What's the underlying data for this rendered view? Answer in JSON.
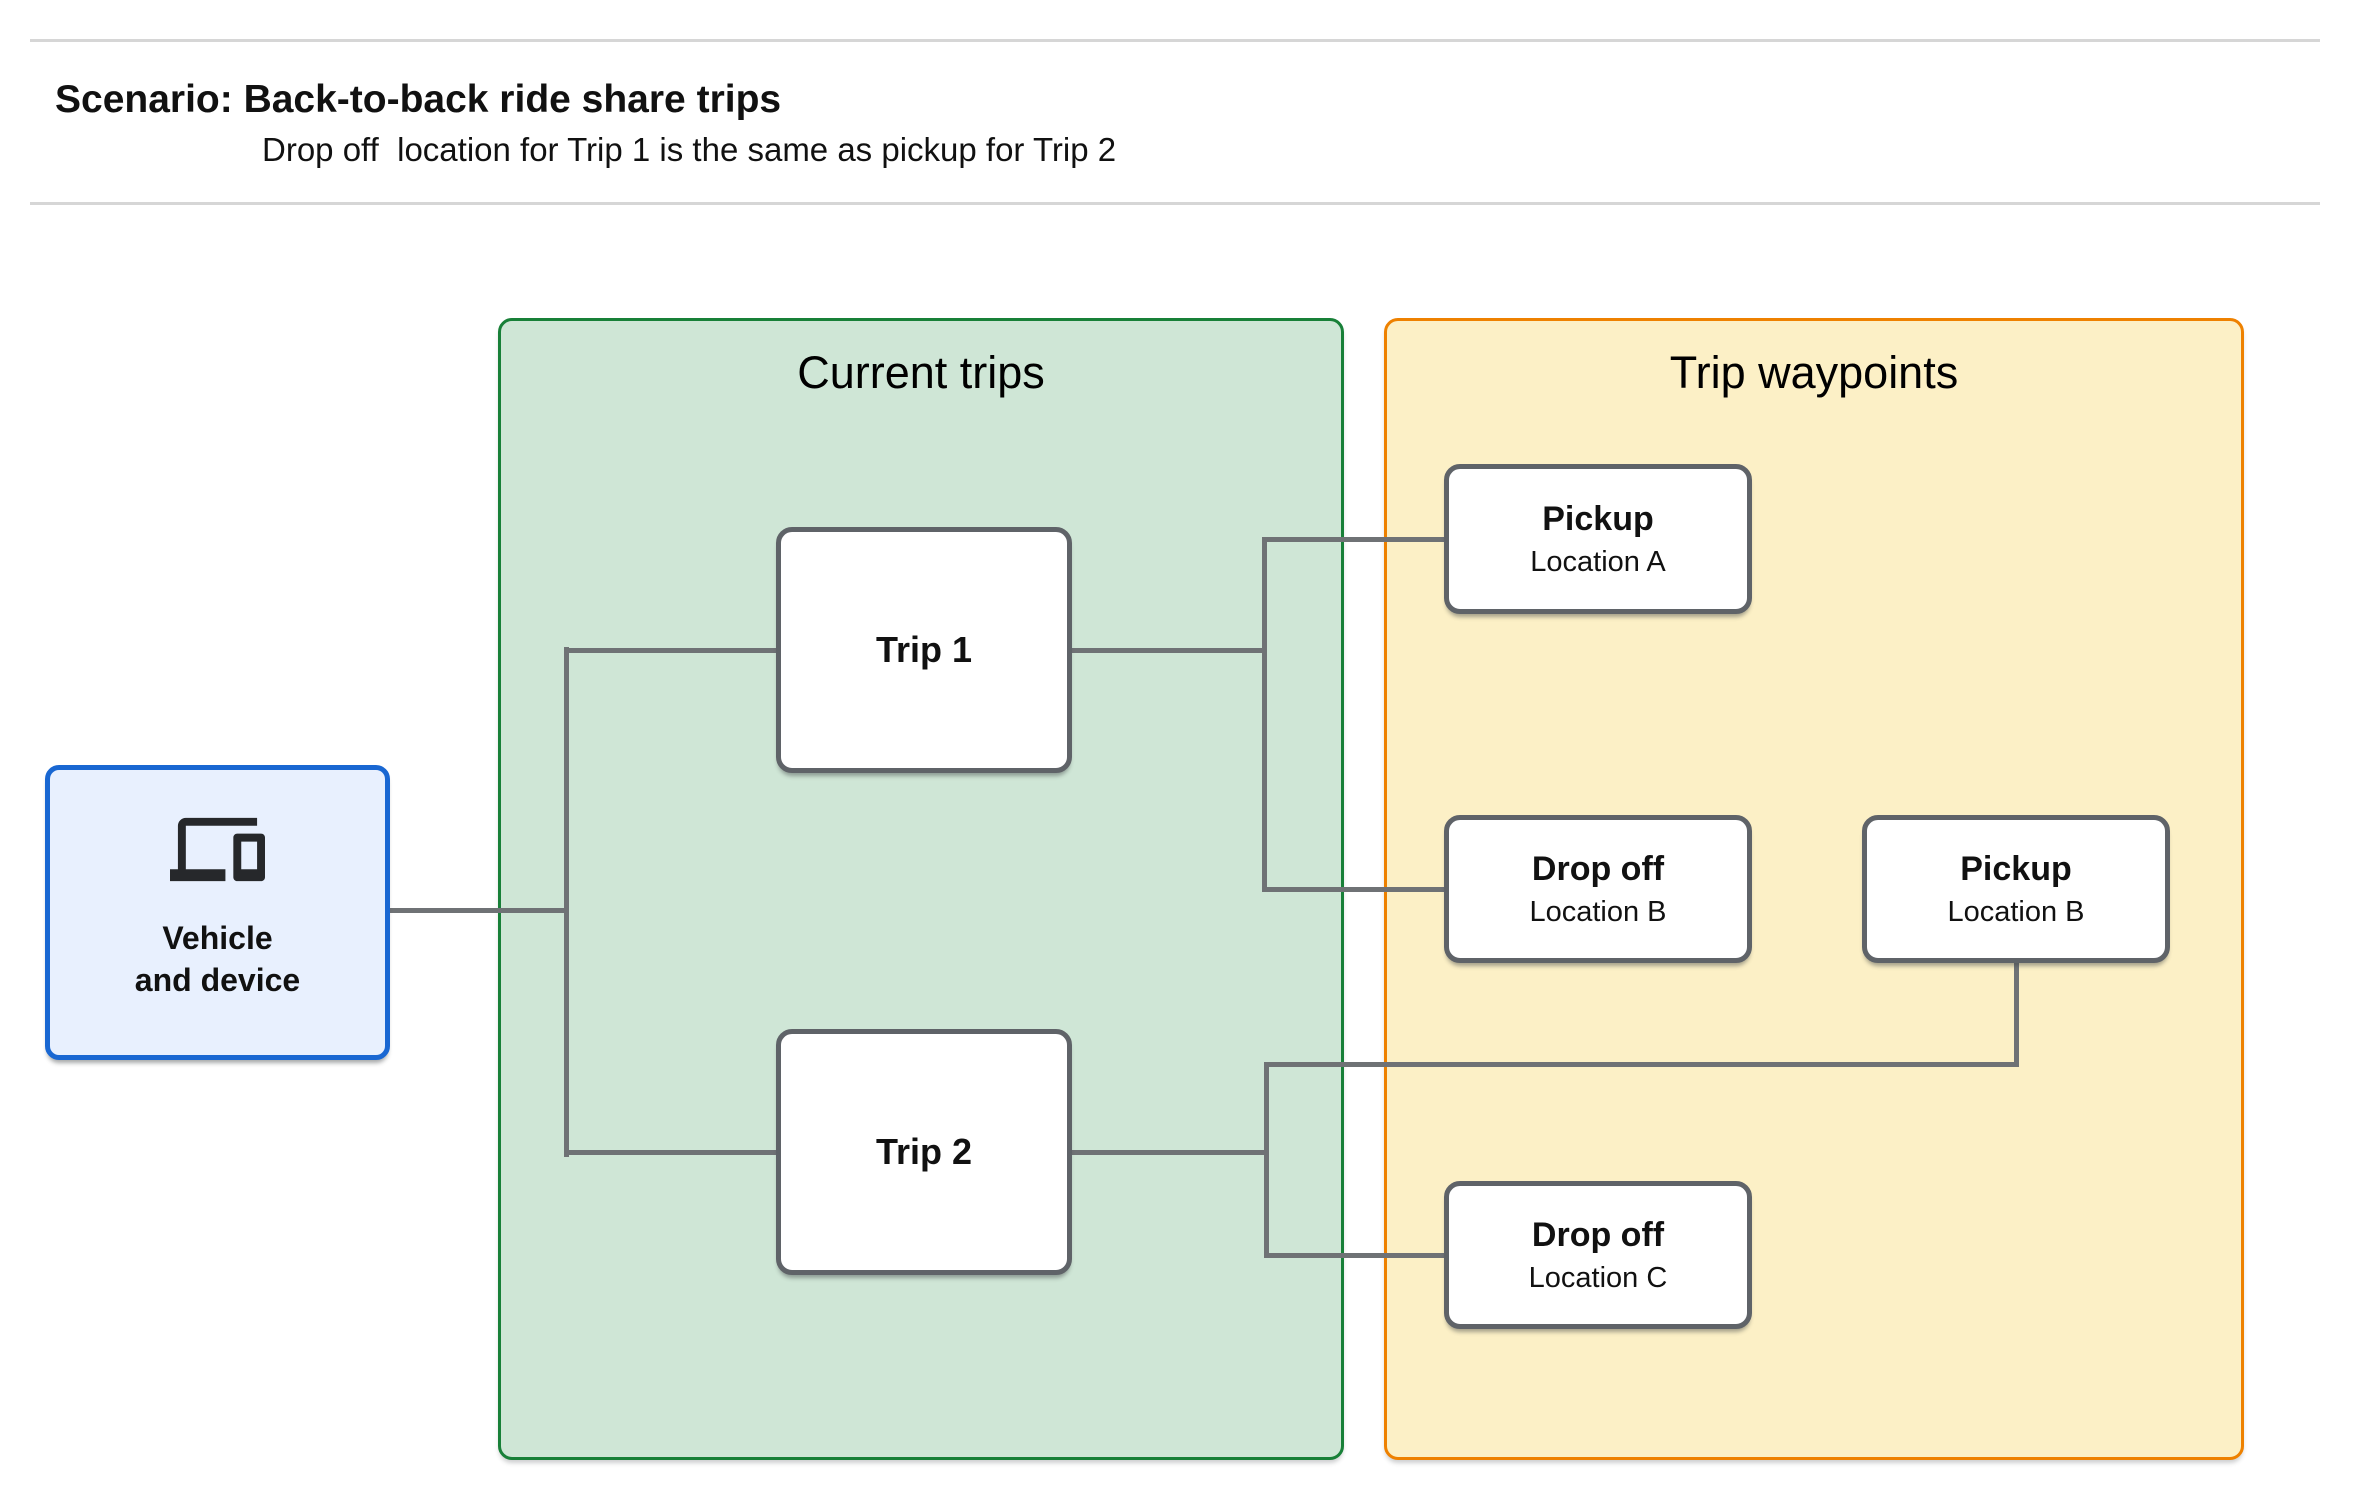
{
  "header": {
    "title": "Scenario: Back-to-back ride share trips",
    "subtitle": "Drop off  location for Trip 1 is the same as pickup for Trip 2"
  },
  "vehicle": {
    "icon": "devices-icon",
    "label_line1": "Vehicle",
    "label_line2": "and device"
  },
  "panels": {
    "current_trips": {
      "title": "Current trips",
      "nodes": [
        {
          "label": "Trip 1"
        },
        {
          "label": "Trip 2"
        }
      ]
    },
    "trip_waypoints": {
      "title": "Trip waypoints",
      "nodes": [
        {
          "type": "Pickup",
          "location": "Location A"
        },
        {
          "type": "Drop off",
          "location": "Location B"
        },
        {
          "type": "Pickup",
          "location": "Location B"
        },
        {
          "type": "Drop off",
          "location": "Location C"
        }
      ]
    }
  },
  "colors": {
    "background": "#FFFFFF",
    "divider": "#D6D6D6",
    "text": "#111111",
    "connector": "#6F7275",
    "node_fill": "#FFFFFF",
    "node_border": "#5F6368",
    "vehicle_fill": "#E8F0FE",
    "vehicle_border": "#1967D2",
    "current_trips_fill": "#CFE6D6",
    "current_trips_border": "#188038",
    "waypoints_fill": "#FCF0C6",
    "waypoints_border": "#EE8100",
    "icon": "#26282B"
  }
}
